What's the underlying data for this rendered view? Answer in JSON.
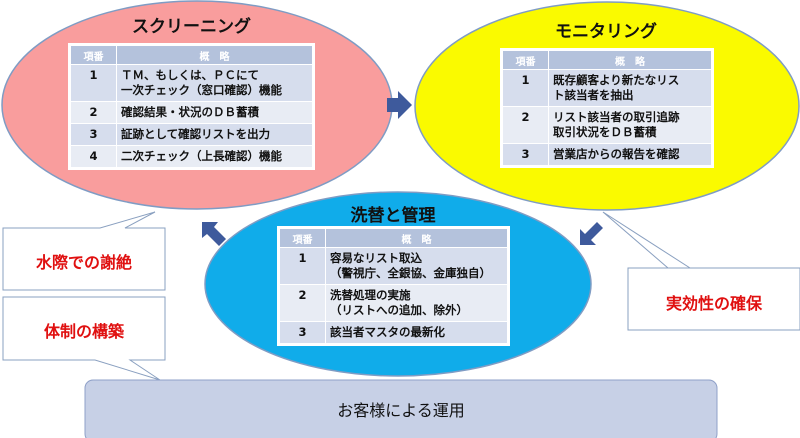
{
  "colors": {
    "screening": "#f99d9d",
    "monitoring": "#fafa00",
    "management": "#10acea",
    "arrow": "#3e5a9c",
    "callout_text": "#e01010",
    "footer": "#c7d0e6"
  },
  "table_headers": {
    "no": "項番",
    "summary": "概　略"
  },
  "screening": {
    "title": "スクリーニング",
    "rows": [
      {
        "no": "1",
        "lines": [
          "ＴＭ、もしくは、ＰＣにて",
          "一次チェック（窓口確認）機能"
        ]
      },
      {
        "no": "2",
        "lines": [
          "確認結果・状況のＤＢ蓄積"
        ]
      },
      {
        "no": "3",
        "lines": [
          "証跡として確認リストを出力"
        ]
      },
      {
        "no": "4",
        "lines": [
          "二次チェック（上長確認）機能"
        ]
      }
    ]
  },
  "monitoring": {
    "title": "モニタリング",
    "rows": [
      {
        "no": "1",
        "lines": [
          "既存顧客より新たなリス",
          "ト該当者を抽出"
        ]
      },
      {
        "no": "2",
        "lines": [
          "リスト該当者の取引追跡",
          "取引状況をＤＢ蓄積"
        ]
      },
      {
        "no": "3",
        "lines": [
          "営業店からの報告を確認"
        ]
      }
    ]
  },
  "management": {
    "title": "洗替と管理",
    "rows": [
      {
        "no": "1",
        "lines": [
          "容易なリスト取込",
          "（警視庁、全銀協、金庫独自）"
        ]
      },
      {
        "no": "2",
        "lines": [
          "洗替処理の実施",
          "（リストへの追加、除外）"
        ]
      },
      {
        "no": "3",
        "lines": [
          "該当者マスタの最新化"
        ]
      }
    ]
  },
  "callouts": {
    "rejection": "水際での謝絶",
    "system": "体制の構築",
    "effectiveness": "実効性の確保"
  },
  "footer": "お客様による運用"
}
